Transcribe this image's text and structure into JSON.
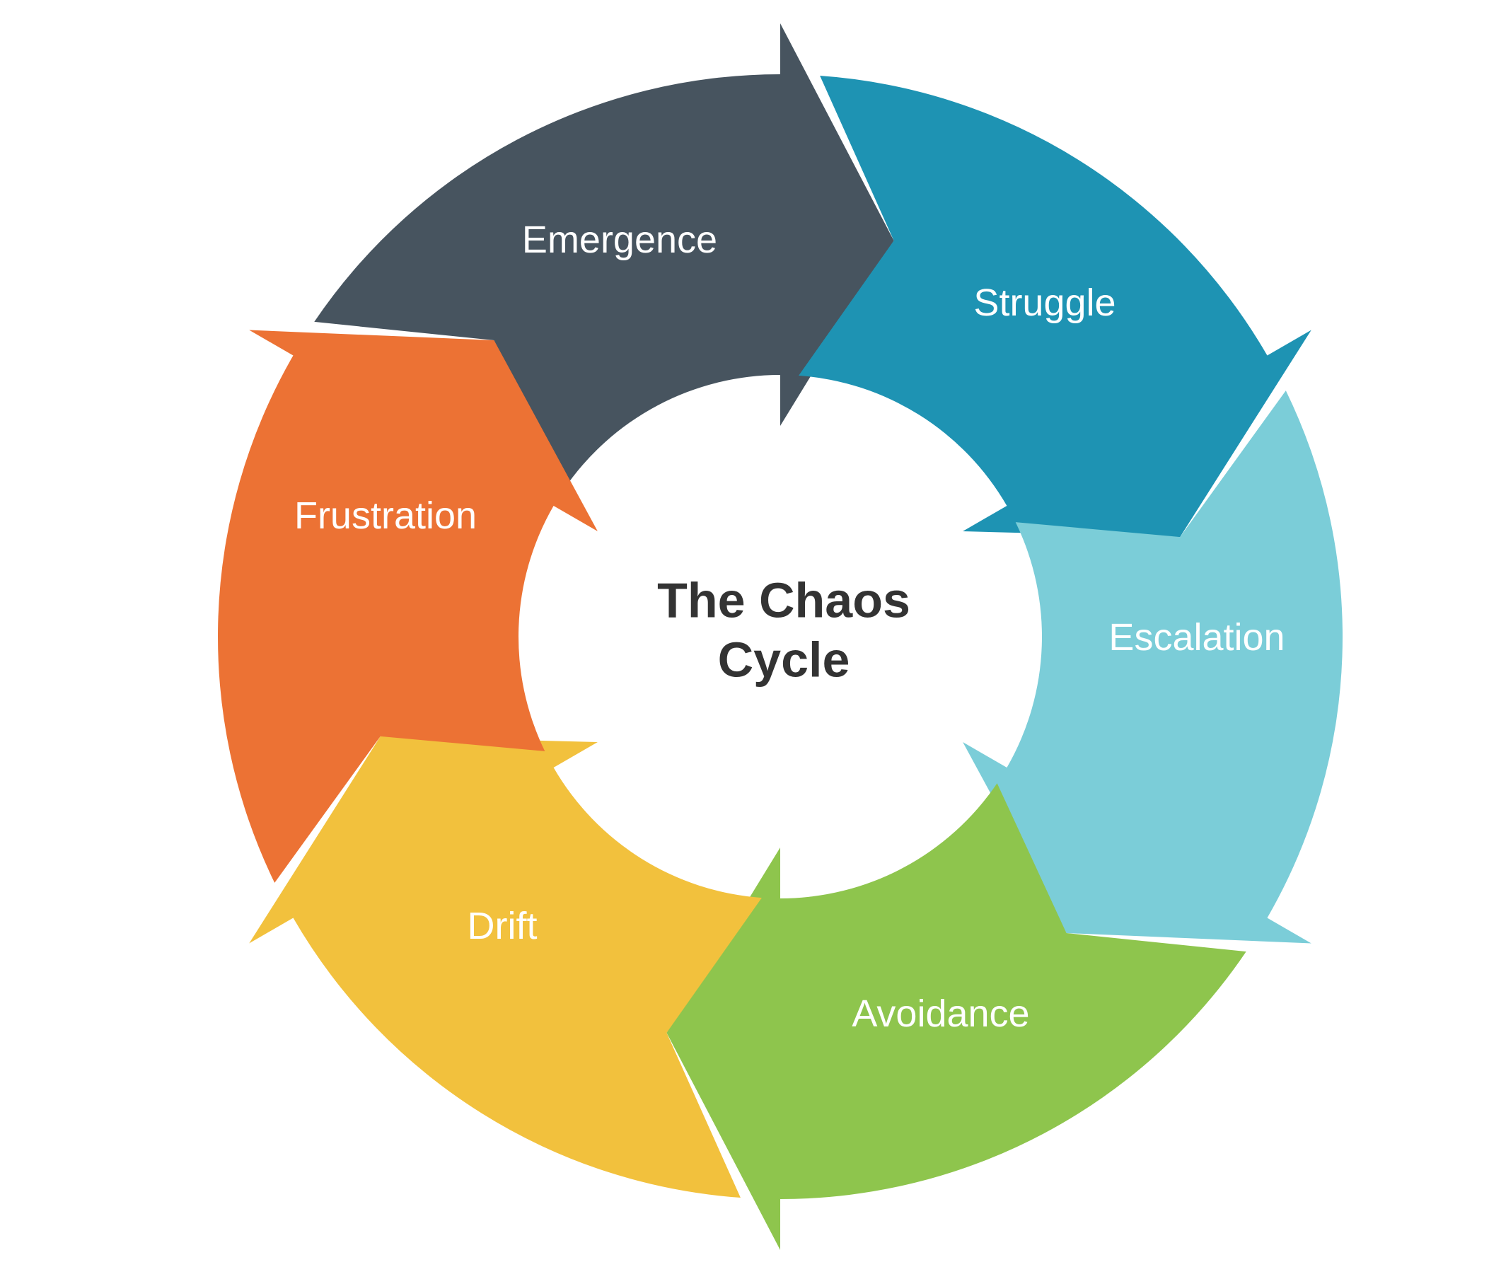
{
  "title": {
    "text": "The Chaos Cycle",
    "lines": [
      "The Chaos",
      "Cycle"
    ],
    "color": "#333333"
  },
  "direction": "clockwise",
  "background_color": "#FFFFFF",
  "label_text_color": "#FFFFFF",
  "segments": [
    {
      "label": "Emergence",
      "color": "#47545F"
    },
    {
      "label": "Struggle",
      "color": "#1E93B3"
    },
    {
      "label": "Escalation",
      "color": "#7BCDD8"
    },
    {
      "label": "Avoidance",
      "color": "#8EC54D"
    },
    {
      "label": "Drift",
      "color": "#F2C13D"
    },
    {
      "label": "Frustration",
      "color": "#EC7234"
    }
  ]
}
